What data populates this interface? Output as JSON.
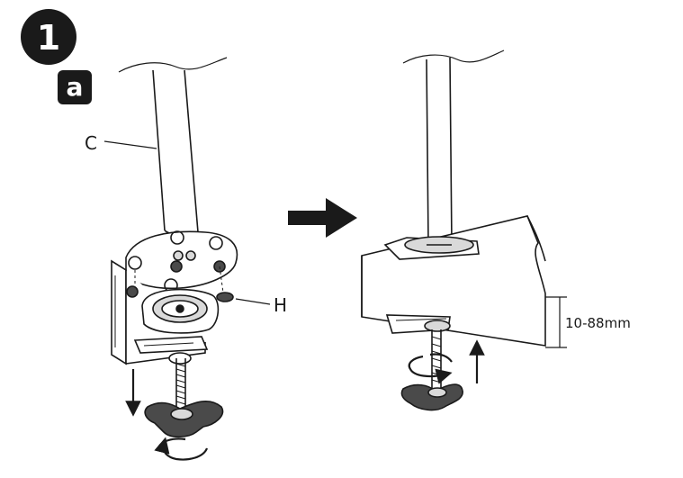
{
  "step": {
    "number": "1",
    "sub": "a"
  },
  "labels": {
    "pole": "C",
    "pad": "H",
    "thickness": "10-88mm"
  },
  "colors": {
    "ink": "#1a1a1a",
    "badge": "#1a1a1a",
    "fill": "#ffffff",
    "shade": "#d9d9d9",
    "dark": "#4a4a4a"
  },
  "icons": [
    "arrow-right-icon",
    "arrow-down-icon",
    "arrow-up-icon",
    "rotate-icon"
  ]
}
